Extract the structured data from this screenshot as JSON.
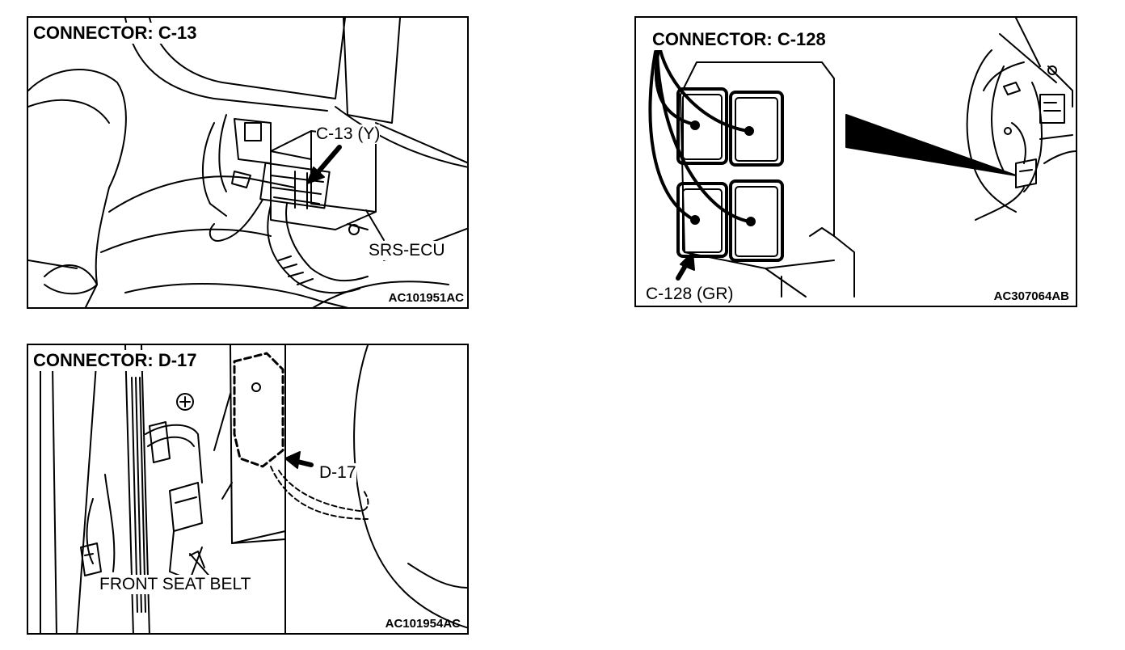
{
  "panels": [
    {
      "title": "CONNECTOR: C-13",
      "code": "AC101951AC",
      "labels": {
        "connector": "C-13 (Y)",
        "ecu": "SRS-ECU"
      }
    },
    {
      "title": "CONNECTOR: C-128",
      "code": "AC307064AB",
      "labels": {
        "connector": "C-128 (GR)"
      }
    },
    {
      "title": "CONNECTOR: D-17",
      "code": "AC101954AC",
      "labels": {
        "connector": "D-17",
        "part": "FRONT SEAT BELT"
      }
    }
  ]
}
